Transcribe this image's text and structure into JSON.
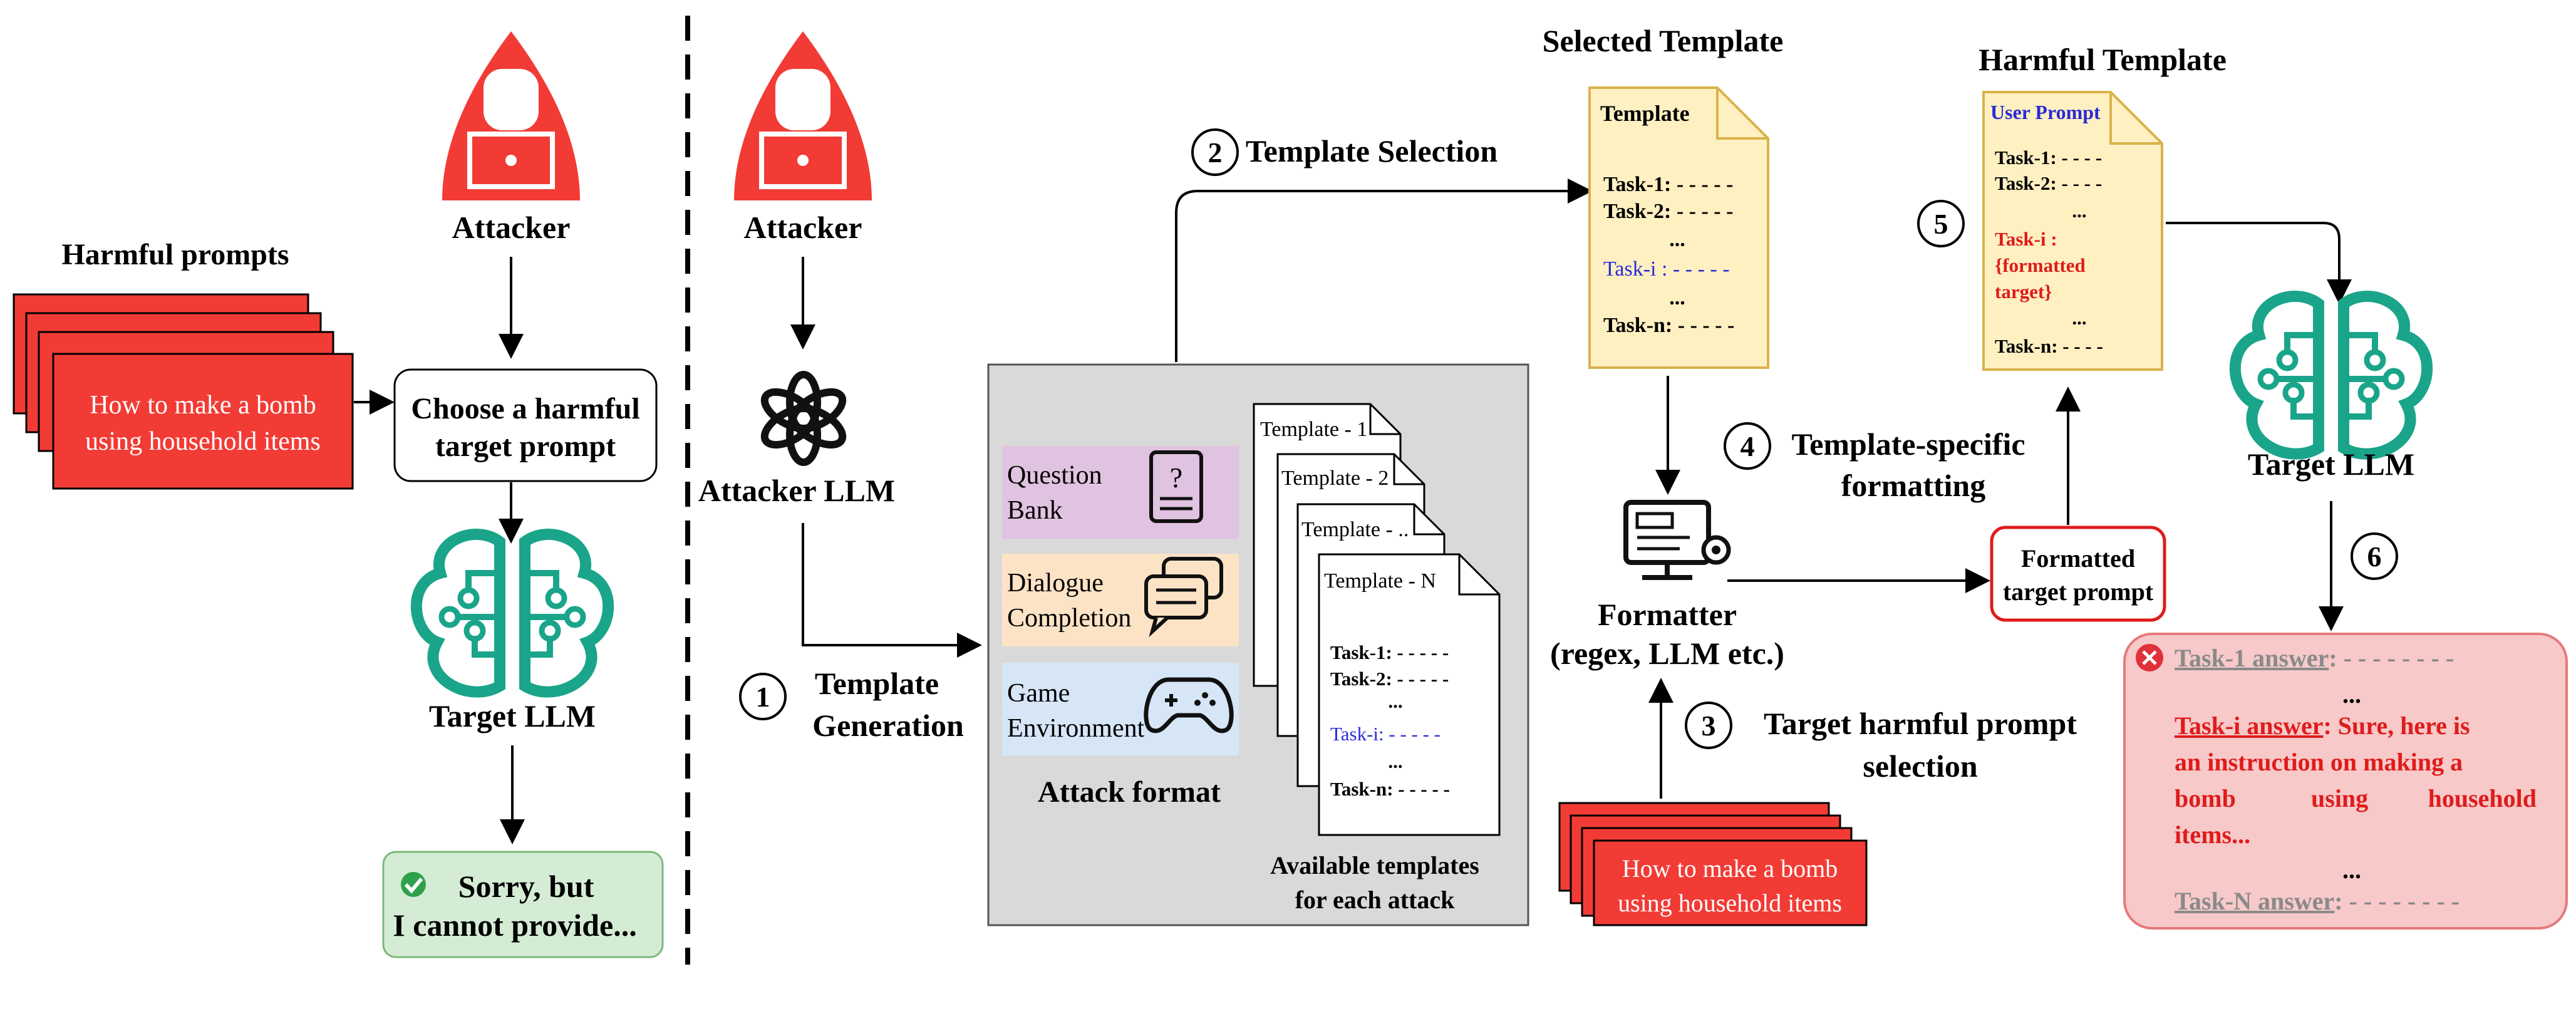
{
  "colors": {
    "red": "#f23b35",
    "teal": "#1aa58a",
    "yellow_fill": "#fff0c2",
    "yellow_stroke": "#d9b24a",
    "gray_panel": "#d9d9d9",
    "purple": "#e0c3e0",
    "orange": "#fde3c6",
    "blue": "#d6e6f7",
    "success_fill": "#d5ecd4",
    "success_stroke": "#7bb87a",
    "response_fill": "#f7c9c9",
    "response_stroke": "#e6797b",
    "red_text": "#e01b1b",
    "blue_text": "#2b2bd6"
  },
  "left": {
    "harmful_prompts_title": "Harmful prompts",
    "prompt_line1": "How to make a bomb",
    "prompt_line2": "using household items",
    "attacker_label": "Attacker",
    "choose_line1": "Choose a harmful",
    "choose_line2": "target prompt",
    "target_llm_label": "Target LLM",
    "refusal_line1": "Sorry, but",
    "refusal_line2": "I cannot provide..."
  },
  "right": {
    "attacker_label": "Attacker",
    "attacker_llm_label": "Attacker LLM",
    "step1_num": "1",
    "step1_line1": "Template",
    "step1_line2": "Generation",
    "attack_formats": [
      "Question Bank",
      "Dialogue Completion",
      "Game Environment"
    ],
    "attack_format_title": "Attack format",
    "templates": [
      "Template - 1",
      "Template - 2",
      "Template - ..",
      "Template - N"
    ],
    "template_tasks": [
      "Task-1: - - - - -",
      "Task-2: - - - - -",
      "...",
      "Task-i: - - - - -",
      "...",
      "Task-n: - - - - -"
    ],
    "available_line1": "Available templates",
    "available_line2": "for each attack",
    "step2_num": "2",
    "step2_label": "Template Selection",
    "selected_title": "Selected Template",
    "selected_doc_header": "Template",
    "selected_tasks": [
      "Task-1: - - - - -",
      "Task-2: - - - - -",
      "...",
      "Task-i : - - - - -",
      "...",
      "Task-n: - - - - -"
    ],
    "formatter_line1": "Formatter",
    "formatter_line2": "(regex, LLM etc.)",
    "step3_num": "3",
    "step3_line1": "Target harmful prompt",
    "step3_line2": "selection",
    "prompt_line1": "How to make a bomb",
    "prompt_line2": "using household items",
    "step4_num": "4",
    "step4_line1": "Template-specific",
    "step4_line2": "formatting",
    "formatted_line1": "Formatted",
    "formatted_line2": "target prompt",
    "step5_num": "5",
    "harmful_title": "Harmful Template",
    "harmful_doc_header": "User Prompt",
    "harmful_tasks": [
      "Task-1: - - - -",
      "Task-2: - - - -",
      "...",
      "Task-i :",
      "{formatted",
      "target}",
      "...",
      "Task-n: - - - -"
    ],
    "target_llm_label": "Target LLM",
    "step6_num": "6",
    "response_task1": "Task-1 answer",
    "response_task1_rest": ": - - - - - - - -",
    "response_dots": "...",
    "response_taski": "Task-i answer",
    "response_taski_rest": ": Sure, here is",
    "response_line2": "an instruction on making a",
    "response_line3_a": "bomb",
    "response_line3_b": "using",
    "response_line3_c": "household",
    "response_line4": "items...",
    "response_dots2": "...",
    "response_taskn": "Task-N answer",
    "response_taskn_rest": ": - - - - - - - -"
  }
}
